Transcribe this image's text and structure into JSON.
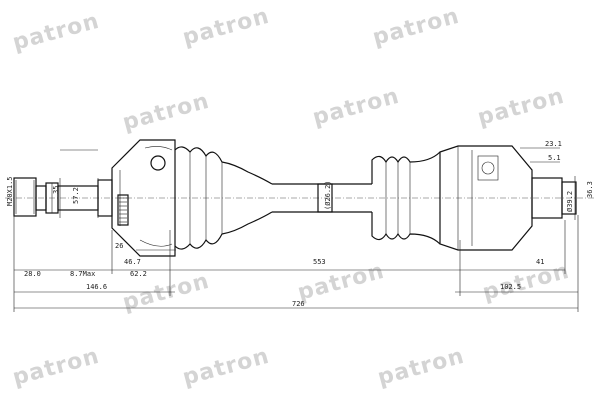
{
  "watermark": {
    "brand": "patron"
  },
  "dimensions": {
    "thread": "M20X1.5",
    "d_35": "35",
    "d_57_2": "57.2",
    "d_26": "26",
    "d_46_7": "46.7",
    "d_62_2": "62.2",
    "d_8_7max": "8.7Max",
    "d_28_0": "28.0",
    "d_146_6": "146.6",
    "d_553": "553",
    "d_shaft": "(Ø26.2)",
    "d_726": "726",
    "d_23_1": "23.1",
    "d_5_1": "5.1",
    "d_36_3": "36.3",
    "d_39_2": "Ø39.2",
    "d_41": "41",
    "d_102_5": "102.5"
  }
}
